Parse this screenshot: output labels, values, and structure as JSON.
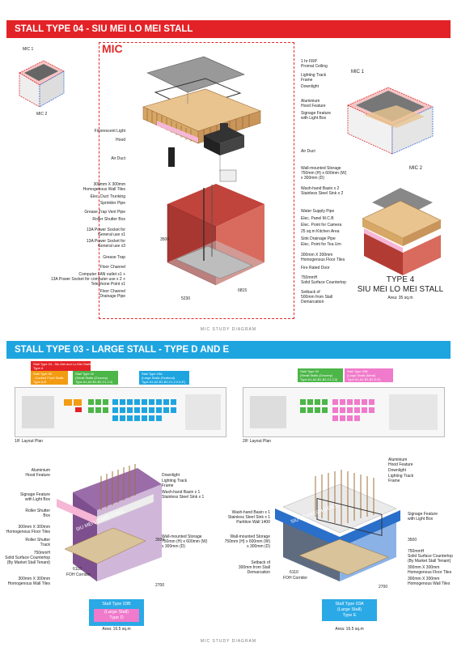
{
  "banner_top": {
    "title": "STALL TYPE 04 - SIU MEI LO MEI STALL",
    "color": "#e32227"
  },
  "mic_label": "MIC",
  "small_key": {
    "mic1": "MIC 1",
    "mic2": "MIC 2"
  },
  "right_iso": {
    "mic1": "MIC 1",
    "mic2": "MIC 2"
  },
  "left_labels": [
    "Fluorescent Light",
    "Hood",
    "Air Duct",
    "300mm X 300mm\nHomogenous Wall Tiles",
    "Elec. Duct Trunking",
    "Sprinkler Pipe",
    "Grease Trap Vent Pipe",
    "Roller Shutter Box",
    "13A Power Socket for\nGeneral use x1",
    "13A Power Socket for\nGeneral use x3",
    "Grease Trap",
    "Floor Channel",
    "Computer LAN outlet x1 +\n13A Power Socket for computer use x 2 +\nTelephone Point x1",
    "Floor Channel\nDrainage Pipe"
  ],
  "right_labels": [
    "1 hr FRP\nPromat Ceiling",
    "Lighting Track\nFrame",
    "Downlight",
    "Aluminium\nHood Feature",
    "Signage Feature\nwith Light Box",
    "Air Duct",
    "Wall-mounted Storage\n750mm (H) x 600mm (W)\nx 300mm (D)",
    "Wash-hand Basin x 2\nStainless Steel Sink x 2",
    "Water Supply Pipe",
    "Elec. Panel M.C.B",
    "Elec. Point for Camera",
    "25 sq.m Kitchen Area",
    "Sink Drainage Pipe",
    "Elec. Point for Tea Urn",
    "300mm X 300mm\nHomogenous Floor Tiles",
    "Fire Rated Door",
    "750mmH\nSolid Surface Countertop",
    "Setback of\n500mm from Stall\nDemarcation"
  ],
  "dims_top": {
    "h": "3500",
    "w1": "5230",
    "w2": "6815"
  },
  "type4": {
    "line1": "TYPE 4",
    "line2": "SIU MEI LO MEI STALL",
    "area": "Area: 35 sq.m"
  },
  "caption": "MIC STUDY DIAGRAM",
  "banner_mid": {
    "title": "STALL TYPE 03 - LARGE STALL - TYPE D AND E",
    "color": "#1ea5e0"
  },
  "legend_left": [
    {
      "text": "Stall Type 04 - Siu Mei and Lo Mei Stalls\nType A",
      "color": "#e32227"
    },
    {
      "text": "Stall Type 05\n- Cooked Food Stalls\nType A,B",
      "color": "#f39c12"
    },
    {
      "text": "Stall Type 02\n(Small Stalls (Grocery)\nType A1,A2,B1,B2,C1,C2)",
      "color": "#4cb648"
    },
    {
      "text": "Stall Type 03A\n(Large Stalls (Seafood)\nType A1,A2,B1,B2,C1,C2,D,E)",
      "color": "#1ea5e0"
    }
  ],
  "legend_right": [
    {
      "text": "Stall Type 02\n(Small Stalls (Grocery)\nType A1,A2,B1,B2,C1,C2)",
      "color": "#4cb648"
    },
    {
      "text": "Stall Type 03B\n(Large Stalls (Meat)\nType A1,A2,B1,B2,D,E)",
      "color": "#f07acb"
    }
  ],
  "plan_labels": {
    "left": "1/F Layout Plan",
    "right": "2/F Layout Plan"
  },
  "typeD_left_labels": [
    "Aluminium\nHood Feature",
    "Signage Feature\nwith Light Box",
    "Roller Shutter\nBox",
    "300mm X 300mm\nHomogenous Floor Tiles",
    "Roller Shutter\nTrack",
    "750mmH\nSolid Surface Countertop\n(By Market Stall Tenant)",
    "300mm X 300mm\nHomogenous Wall Tiles"
  ],
  "typeD_right_labels": [
    "Downlight",
    "Lighting Track\nFrame",
    "Wash-hand Basin x 1\nStainless Steel Sink x 1",
    "Wall-mounted Storage\n750mm (H) x 600mm (W)\nx 300mm (D)"
  ],
  "typeD_sign": "SIU MEI LO MEI STALL",
  "typeD_dims": {
    "h": "3500",
    "w": "2700",
    "d": "6110",
    "corridor": "FOH Corridor"
  },
  "typeE_left_labels": [
    "Wash-hand Basin x 1\nStainless Steel Sink x 1\nPartition Wall 1400",
    "Wall-mounted Storage\n750mm (H) x 600mm (W)\nx 300mm (D)",
    "Setback of\n300mm from Stall\nDemarcation"
  ],
  "typeE_right_labels": [
    "Aluminium\nHood Feature",
    "Downlight",
    "Lighting Track\nFrame",
    "Signage Feature\nwith Light Box",
    "750mmH\nSolid Surface Countertop\n(By Market Stall Tenant)",
    "300mm X 300mm\nHomogenous Floor Tiles",
    "300mm X 300mm\nHomogenous Wall Tiles"
  ],
  "typeE_sign": "SIU LO FRESH STALL",
  "typeE_dims": {
    "h": "3500",
    "w": "2700",
    "d": "6110",
    "corridor": "FOH Corridor"
  },
  "stallD": {
    "line1": "Stall Type 03B",
    "line2": "(Large Stall)",
    "line3": "Type D",
    "area": "Area: 16.5 sq.m"
  },
  "stallE": {
    "line1": "Stall Type 03A",
    "line2": "(Large Stall)",
    "line3": "Type E",
    "area": "Area: 16.5 sq.m"
  },
  "caption_bottom": "MIC STUDY DIAGRAM"
}
